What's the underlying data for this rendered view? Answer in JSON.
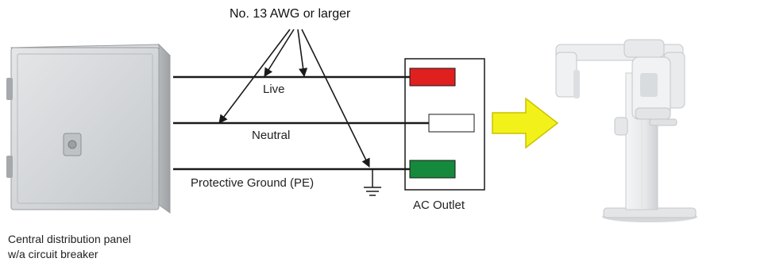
{
  "labels": {
    "wire_spec": "No. 13 AWG or larger",
    "live": "Live",
    "neutral": "Neutral",
    "protective_ground": "Protective Ground (PE)",
    "ac_outlet": "AC Outlet",
    "panel_line1": "Central distribution panel",
    "panel_line2": "w/a circuit breaker"
  },
  "colors": {
    "live_terminal": "#e01f1f",
    "neutral_terminal": "#ffffff",
    "ground_terminal": "#158a3c",
    "arrow_fill": "#f2f21a",
    "arrow_stroke": "#c9c200",
    "wire": "#1a1a1a"
  },
  "icons": {
    "panel": "electrical-cabinet-icon",
    "ground": "ground-symbol-icon",
    "arrow": "right-arrow-icon",
    "device": "dental-xray-unit-icon"
  }
}
